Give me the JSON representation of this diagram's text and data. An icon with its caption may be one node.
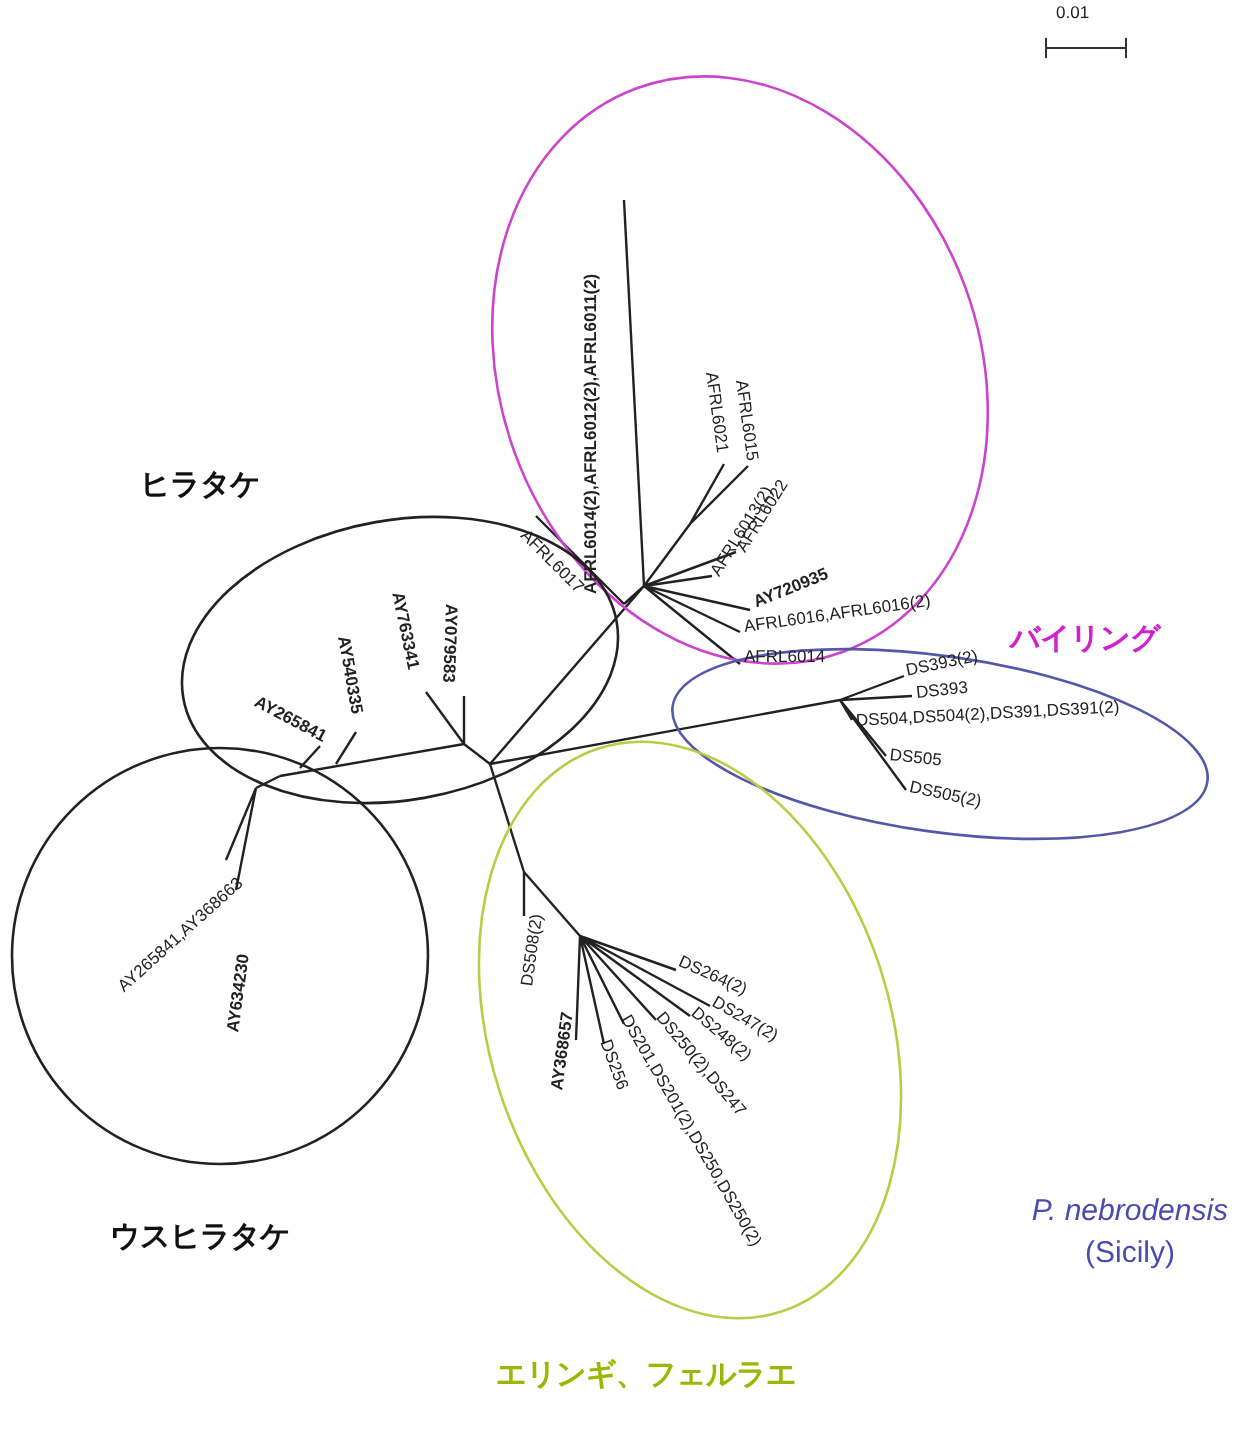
{
  "diagram": {
    "nodes": [
      {
        "text": [
          "バイリング"
        ]
      },
      {
        "text": [
          "ヒラタケ"
        ]
      },
      {
        "text": [
          "ウスヒラタケ"
        ]
      },
      {
        "text": [],
        "shape": "ellipse"
      },
      {
        "text": [
          "エリンギ、フェルラエ"
        ]
      }
    ],
    "edges": [],
    "labels": [
      "0.01",
      "*P. nebrodensis* (Sicily)",
      "AFRL6014(2),AFRL6012(2),AFRL6011(2)",
      "AFRL6017",
      "AFRL6021",
      "AFRL6015",
      "AFRL6022",
      "AFRL6013(2)",
      "AY720935",
      "AFRL6016,AFRL6016(2)",
      "AFRL6014",
      "AY763341",
      "AY079583",
      "AY540335",
      "AY265841",
      "AY265841,AY368663",
      "AY634230",
      "DS393(2)",
      "DS393",
      "DS504,DS504(2),DS391,DS391(2)",
      "DS505",
      "DS505(2)",
      "DS508(2)",
      "AY368657",
      "DS264(2)",
      "DS247(2)",
      "DS248(2)",
      "DS250(2),DS247",
      "DS201,DS201(2),DS250,DS250(2)",
      "DS256"
    ]
  }
}
